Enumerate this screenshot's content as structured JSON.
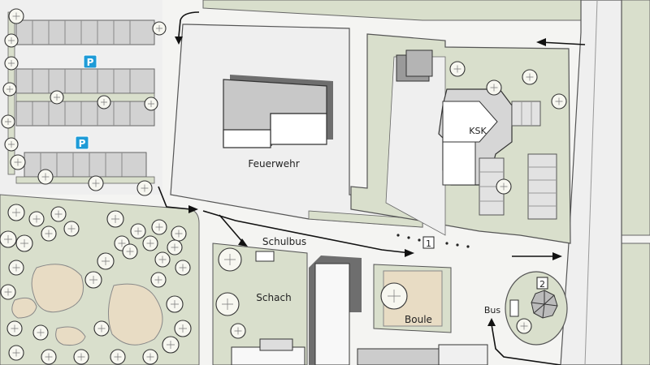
{
  "labels": {
    "feuerwehr": "Feuerwehr",
    "ksk": "KSK",
    "schulbus": "Schulbus",
    "schach": "Schach",
    "boule": "Boule",
    "bus": "Bus"
  },
  "markers": {
    "marker_1": "1",
    "marker_2": "2"
  },
  "parking": {
    "symbol": "P",
    "color": "#1e9bd7"
  },
  "colors": {
    "background": "#f4f4f2",
    "green_area": "#d9dfcc",
    "sand": "#e8dcc4",
    "road": "#eeeeee",
    "building_roof": "#c8c8c8",
    "building_shadow": "#7a7a7a",
    "tree_fill": "#f7f7f0"
  }
}
